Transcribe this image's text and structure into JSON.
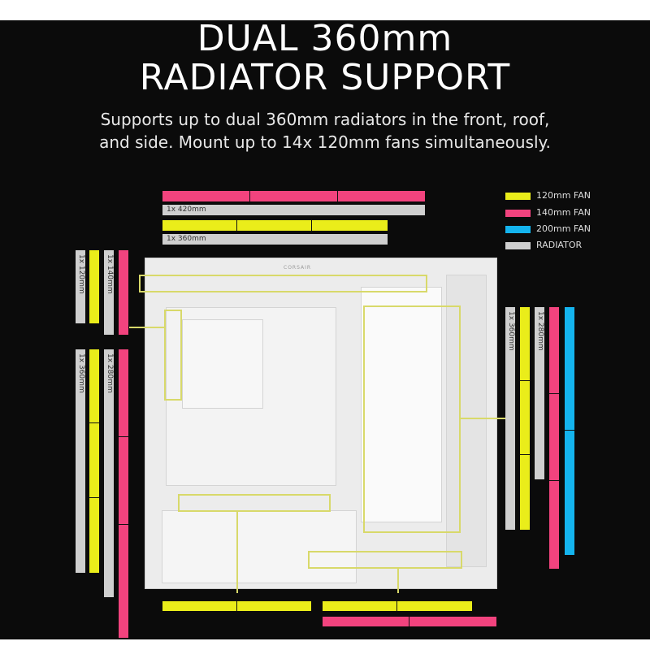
{
  "heading": {
    "line1": "DUAL 360mm",
    "line2": "RADIATOR SUPPORT"
  },
  "subtitle": {
    "line1": "Supports up to dual 360mm radiators in the front, roof,",
    "line2": "and side. Mount up to 14x 120mm fans simultaneously."
  },
  "legend": [
    {
      "label": "120mm FAN",
      "color": "#eaed1a"
    },
    {
      "label": "140mm FAN",
      "color": "#f2437e"
    },
    {
      "label": "200mm FAN",
      "color": "#14b4ee"
    },
    {
      "label": "RADIATOR",
      "color": "#cfcfcf"
    }
  ],
  "labels": {
    "top_420": "1x 420mm",
    "top_360": "1x 360mm",
    "left_120": "1x 120mm",
    "left_140": "1x 140mm",
    "left_360": "1x 360mm",
    "left_280": "1x 280mm",
    "right_360": "1x 360mm",
    "right_280": "1x 280mm"
  },
  "case_brand": "CORSAIR"
}
